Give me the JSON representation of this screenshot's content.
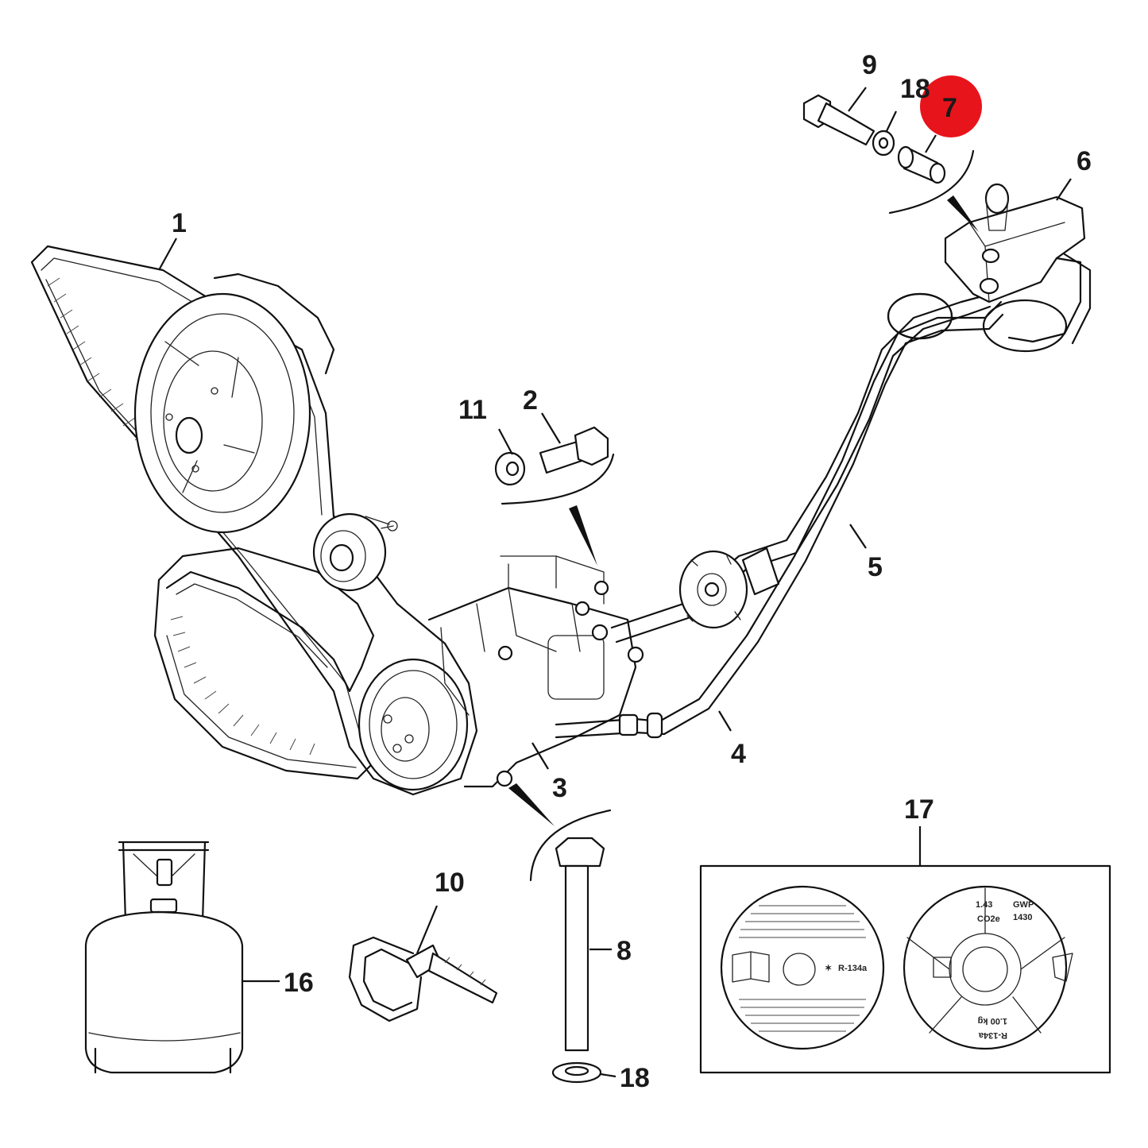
{
  "diagram": {
    "highlight_color": "#e8141c",
    "highlighted_part": "7",
    "callouts": [
      {
        "id": "c1",
        "label": "1"
      },
      {
        "id": "c2",
        "label": "2"
      },
      {
        "id": "c3",
        "label": "3"
      },
      {
        "id": "c4",
        "label": "4"
      },
      {
        "id": "c5",
        "label": "5"
      },
      {
        "id": "c6",
        "label": "6"
      },
      {
        "id": "c7",
        "label": "7"
      },
      {
        "id": "c8",
        "label": "8"
      },
      {
        "id": "c9",
        "label": "9"
      },
      {
        "id": "c10",
        "label": "10"
      },
      {
        "id": "c11",
        "label": "11"
      },
      {
        "id": "c16",
        "label": "16"
      },
      {
        "id": "c17",
        "label": "17"
      },
      {
        "id": "c18a",
        "label": "18"
      },
      {
        "id": "c18b",
        "label": "18"
      }
    ],
    "label_sticker": {
      "left_disc_text": "R-134a",
      "right_disc_top_left": "1.43",
      "right_disc_co2": "CO2e",
      "right_disc_gwp": "GWP",
      "right_disc_gwp_value": "1430",
      "right_disc_charge": "1.00 kg",
      "right_disc_refrigerant": "R-134a"
    }
  }
}
